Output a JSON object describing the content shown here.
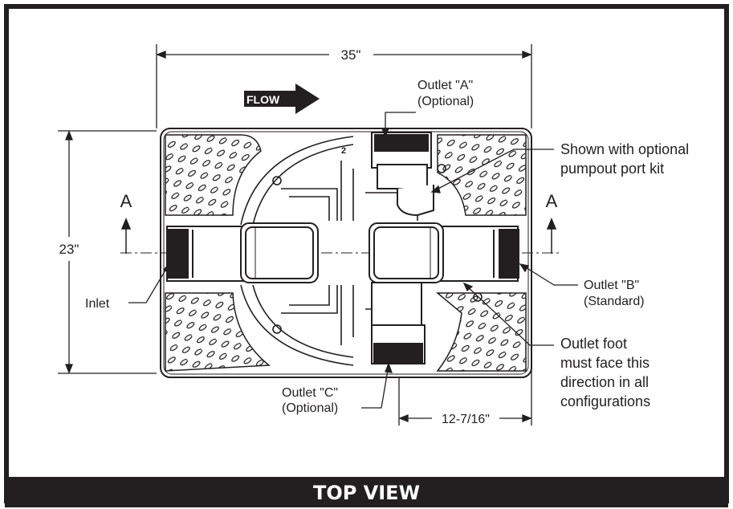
{
  "diagram": {
    "dimensions": {
      "width": "35\"",
      "height": "23\"",
      "offset": "12-7/16\""
    },
    "flow_label": "FLOW",
    "section_marks": [
      "A",
      "A"
    ],
    "pit_number": "2",
    "callouts": {
      "outlet_a": [
        "Outlet \"A\"",
        "(Optional)"
      ],
      "pumpout": [
        "Shown with optional",
        "pumpout port kit"
      ],
      "outlet_b": [
        "Outlet \"B\"",
        "(Standard)"
      ],
      "outlet_foot": [
        "Outlet foot",
        "must face this",
        "direction in all",
        "configurations"
      ],
      "outlet_c": [
        "Outlet \"C\"",
        "(Optional)"
      ],
      "inlet": "Inlet"
    },
    "footer_title": "TOP VIEW",
    "colors": {
      "ink": "#231f20",
      "background": "#ffffff"
    }
  }
}
